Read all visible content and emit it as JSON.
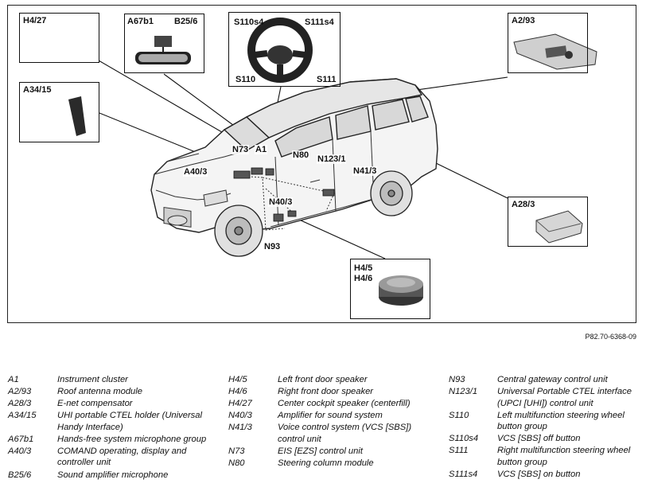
{
  "figure_ref": "P82.70-6368-09",
  "callouts": {
    "h4_27": [
      "H4/27"
    ],
    "a67b1_b25_6": [
      "A67b1",
      "B25/6"
    ],
    "steering": [
      "S110s4",
      "S111s4",
      "S110",
      "S111"
    ],
    "a2_93": [
      "A2/93"
    ],
    "a34_15": [
      "A34/15"
    ],
    "a28_3": [
      "A28/3"
    ],
    "h4_5_h4_6": [
      "H4/5",
      "H4/6"
    ]
  },
  "car_labels": [
    "N73",
    "A1",
    "N80",
    "N123/1",
    "A40/3",
    "N41/3",
    "N40/3",
    "N93"
  ],
  "legend": {
    "col1": [
      {
        "code": "A1",
        "desc": "Instrument cluster"
      },
      {
        "code": "A2/93",
        "desc": "Roof antenna module"
      },
      {
        "code": "A28/3",
        "desc": "E-net compensator"
      },
      {
        "code": "A34/15",
        "desc": "UHI portable CTEL holder (Universal Handy Interface)"
      },
      {
        "code": "A67b1",
        "desc": "Hands-free system microphone group"
      },
      {
        "code": "A40/3",
        "desc": "COMAND operating, display and controller unit"
      },
      {
        "code": "B25/6",
        "desc": "Sound amplifier microphone"
      }
    ],
    "col2": [
      {
        "code": "H4/5",
        "desc": "Left front door speaker"
      },
      {
        "code": "H4/6",
        "desc": "Right front door speaker"
      },
      {
        "code": "H4/27",
        "desc": "Center cockpit speaker (centerfill)"
      },
      {
        "code": "N40/3",
        "desc": "Amplifier for sound system"
      },
      {
        "code": "N41/3",
        "desc": "Voice control system (VCS [SBS]) control unit"
      },
      {
        "code": "N73",
        "desc": "EIS [EZS] control unit"
      },
      {
        "code": "N80",
        "desc": "Steering column module"
      }
    ],
    "col3": [
      {
        "code": "N93",
        "desc": "Central gateway control unit"
      },
      {
        "code": "N123/1",
        "desc": "Universal Portable CTEL interface (UPCI [UHI]) control unit"
      },
      {
        "code": "S110",
        "desc": "Left multifunction steering wheel button group"
      },
      {
        "code": "S110s4",
        "desc": "VCS [SBS] off button"
      },
      {
        "code": "S111",
        "desc": "Right multifunction steering wheel button group"
      },
      {
        "code": "S111s4",
        "desc": "VCS [SBS] on button"
      }
    ]
  }
}
